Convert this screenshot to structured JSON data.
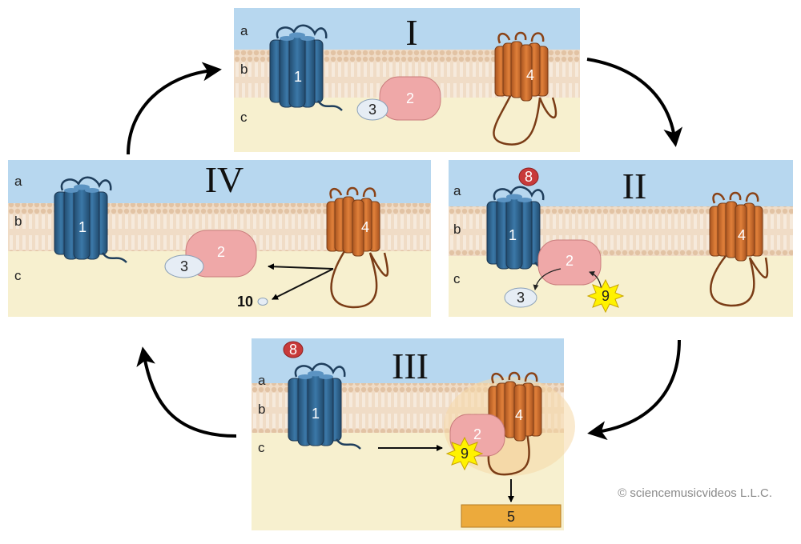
{
  "colors": {
    "extracellular": "#b7d7ef",
    "membrane": "#f0dcc6",
    "cytoplasm": "#f7f0cf",
    "receptor": "#2e6490",
    "g_protein_alpha": "#efa8a8",
    "effector": "#d2702f",
    "ligand": "#c83a3a",
    "gtp": "#fff200",
    "product_box": "#ecaa3c",
    "arrow": "#000000"
  },
  "panels": [
    {
      "numeral": "I",
      "regions": [
        "a",
        "b",
        "c"
      ],
      "receptor_label": "1",
      "g_protein_label": "2",
      "gdp_label": "3",
      "effector_label": "4"
    },
    {
      "numeral": "II",
      "regions": [
        "a",
        "b",
        "c"
      ],
      "receptor_label": "1",
      "g_protein_label": "2",
      "gdp_label": "3",
      "effector_label": "4",
      "ligand_label": "8",
      "gtp_label": "9"
    },
    {
      "numeral": "III",
      "regions": [
        "a",
        "b",
        "c"
      ],
      "receptor_label": "1",
      "g_protein_label": "2",
      "effector_label": "4",
      "ligand_label": "8",
      "gtp_label": "9",
      "product_label": "5"
    },
    {
      "numeral": "IV",
      "regions": [
        "a",
        "b",
        "c"
      ],
      "receptor_label": "1",
      "g_protein_label": "2",
      "gdp_label": "3",
      "effector_label": "4",
      "phosphate_label": "10"
    }
  ],
  "credit": "© sciencemusicvideos L.L.C."
}
